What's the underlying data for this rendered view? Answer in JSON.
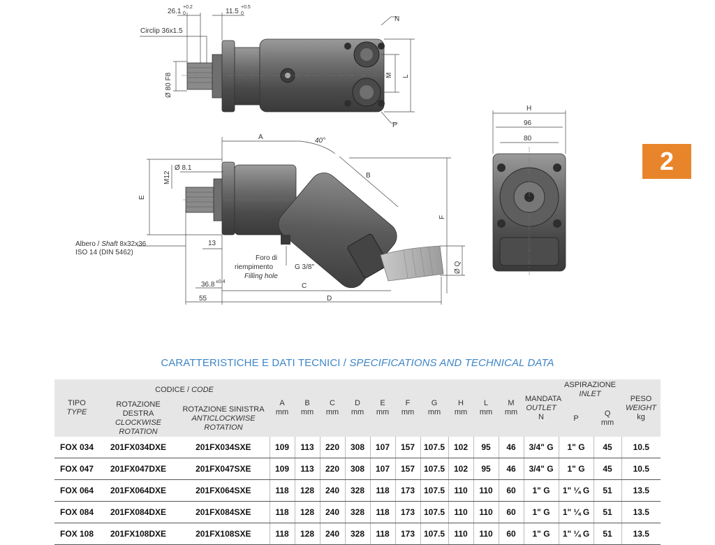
{
  "page": {
    "section_number": "2"
  },
  "drawing_labels": {
    "dim_26": "26.1",
    "dim_26_tol_up": "+0.2",
    "dim_26_tol_low": "0",
    "dim_11": "11.5",
    "dim_11_tol_up": "+0.5",
    "dim_11_tol_low": "0",
    "circlip": "Circlip 36x1.5",
    "phi80": "Ø 80 F8",
    "n": "N",
    "m": "M",
    "l": "L",
    "p": "P",
    "h": "H",
    "w96": "96",
    "w80": "80",
    "a": "A",
    "angle": "40°",
    "b": "B",
    "phi81": "Ø 8.1",
    "m12": "M12",
    "e": "E",
    "f": "F",
    "shaft_line1_a": "Albero / ",
    "shaft_line1_b": "Shaft",
    "shaft_line1_c": " 8x32x36",
    "shaft_line2": "ISO 14 (DIN 5462)",
    "d13": "13",
    "foro1": "Foro di",
    "foro2": "riempimento",
    "filling": "Filling hole",
    "g38": "G 3/8\"",
    "phiq": "Ø Q",
    "d368": "36.8",
    "d368_tol": "±0.4",
    "c": "C",
    "d55": "55",
    "d": "D"
  },
  "section_title": {
    "main": "CARATTERISTICHE E DATI TECNICI / ",
    "italic": "SPECIFICATIONS AND TECHNICAL DATA"
  },
  "table": {
    "tipo": "TIPO",
    "type": "TYPE",
    "codice": "CODICE / ",
    "code": "CODE",
    "rot_destra": "ROTAZIONE DESTRA",
    "clockwise": "CLOCKWISE ROTATION",
    "rot_sinistra": "ROTAZIONE SINISTRA",
    "anticlockwise": "ANTICLOCKWISE ROTATION",
    "dim_cols": [
      "A",
      "B",
      "C",
      "D",
      "E",
      "F",
      "G",
      "H",
      "L",
      "M"
    ],
    "mm": "mm",
    "mandata": "MANDATA",
    "outlet": "OUTLET",
    "n": "N",
    "aspirazione": "ASPIRAZIONE",
    "inlet": "INLET",
    "p": "P",
    "q": "Q",
    "peso": "PESO",
    "weight": "WEIGHT",
    "kg": "kg",
    "rows": [
      [
        "FOX 034",
        "201FX034DXE",
        "201FX034SXE",
        "109",
        "113",
        "220",
        "308",
        "107",
        "157",
        "107.5",
        "102",
        "95",
        "46",
        "3/4\" G",
        "1\" G",
        "45",
        "10.5"
      ],
      [
        "FOX 047",
        "201FX047DXE",
        "201FX047SXE",
        "109",
        "113",
        "220",
        "308",
        "107",
        "157",
        "107.5",
        "102",
        "95",
        "46",
        "3/4\" G",
        "1\" G",
        "45",
        "10.5"
      ],
      [
        "FOX 064",
        "201FX064DXE",
        "201FX064SXE",
        "118",
        "128",
        "240",
        "328",
        "118",
        "173",
        "107.5",
        "110",
        "110",
        "60",
        "1\" G",
        "1\" ¼ G",
        "51",
        "13.5"
      ],
      [
        "FOX 084",
        "201FX084DXE",
        "201FX084SXE",
        "118",
        "128",
        "240",
        "328",
        "118",
        "173",
        "107.5",
        "110",
        "110",
        "60",
        "1\" G",
        "1\" ¼ G",
        "51",
        "13.5"
      ],
      [
        "FOX 108",
        "201FX108DXE",
        "201FX108SXE",
        "118",
        "128",
        "240",
        "328",
        "118",
        "173",
        "107.5",
        "110",
        "110",
        "60",
        "1\" G",
        "1\" ¼ G",
        "51",
        "13.5"
      ]
    ]
  }
}
